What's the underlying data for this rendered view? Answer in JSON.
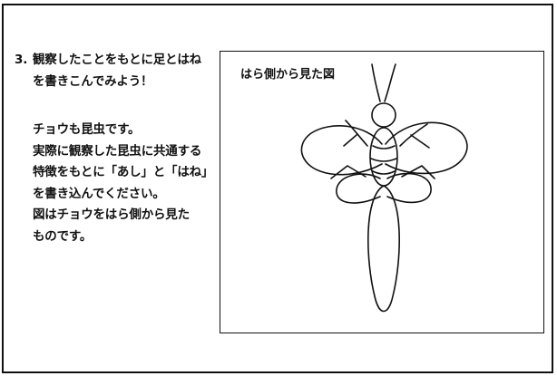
{
  "question": {
    "number": "3.",
    "title_lines": [
      "観察したことをもとに足とはね",
      "を書きこんでみよう！"
    ],
    "instruction_lines": [
      "チョウも昆虫です。",
      "実際に観察した昆虫に共通する",
      "特徴をもとに「あし」と「はね」",
      "を書き込んでください。",
      "図はチョウをはら側から見た",
      "ものです。"
    ]
  },
  "figure": {
    "caption": "はら側から見た図",
    "icon": "butterfly-ventral-sketch",
    "stroke_color": "#111111"
  }
}
